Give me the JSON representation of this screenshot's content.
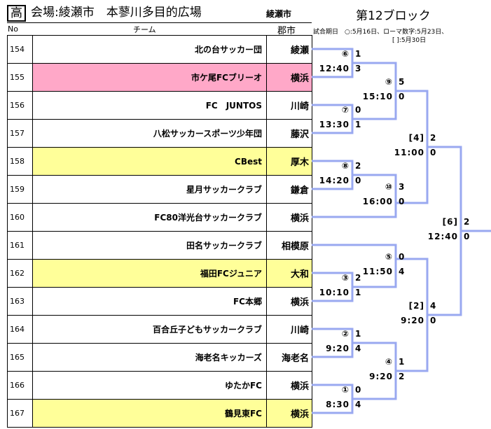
{
  "header": {
    "level": "高",
    "venue": "会場:綾瀬市　本蓼川多目的広場",
    "host_city": "綾瀬市",
    "block_title": "第12ブロック",
    "columns": {
      "no": "No",
      "team": "チーム",
      "city": "郡市"
    },
    "schedule_note_line1": "試合期日　○:5月16日、ローマ数字:5月23日、",
    "schedule_note_line2": "[ ]:5月30日"
  },
  "colors": {
    "pink": "#ffa8c8",
    "yellow": "#ffff99",
    "bracket_line": "#99a8f0"
  },
  "teams": [
    {
      "no": "154",
      "name": "北の台サッカー団",
      "city": "綾瀬",
      "highlight": ""
    },
    {
      "no": "155",
      "name": "市ケ尾FCブリーオ",
      "city": "横浜",
      "highlight": "pink"
    },
    {
      "no": "156",
      "name": "FC　JUNTOS",
      "city": "川崎",
      "highlight": ""
    },
    {
      "no": "157",
      "name": "八松サッカースポーツ少年団",
      "city": "藤沢",
      "highlight": ""
    },
    {
      "no": "158",
      "name": "CBest",
      "city": "厚木",
      "highlight": "yellow"
    },
    {
      "no": "159",
      "name": "星月サッカークラブ",
      "city": "鎌倉",
      "highlight": ""
    },
    {
      "no": "160",
      "name": "FC80洋光台サッカークラブ",
      "city": "横浜",
      "highlight": ""
    },
    {
      "no": "161",
      "name": "田名サッカークラブ",
      "city": "相模原",
      "highlight": ""
    },
    {
      "no": "162",
      "name": "福田FCジュニア",
      "city": "大和",
      "highlight": "yellow"
    },
    {
      "no": "163",
      "name": "FC本郷",
      "city": "横浜",
      "highlight": ""
    },
    {
      "no": "164",
      "name": "百合丘子どもサッカークラブ",
      "city": "川崎",
      "highlight": ""
    },
    {
      "no": "165",
      "name": "海老名キッカーズ",
      "city": "海老名",
      "highlight": ""
    },
    {
      "no": "166",
      "name": "ゆたかFC",
      "city": "横浜",
      "highlight": ""
    },
    {
      "no": "167",
      "name": "鶴見東FC",
      "city": "横浜",
      "highlight": "yellow"
    }
  ],
  "matches": [
    {
      "id": "⑥",
      "time": "12:40",
      "score_top": "1",
      "score_bottom": "3"
    },
    {
      "id": "⑦",
      "time": "13:30",
      "score_top": "0",
      "score_bottom": "1"
    },
    {
      "id": "⑧",
      "time": "14:20",
      "score_top": "2",
      "score_bottom": "0"
    },
    {
      "id": "③",
      "time": "10:10",
      "score_top": "2",
      "score_bottom": "1"
    },
    {
      "id": "②",
      "time": "9:20",
      "score_top": "1",
      "score_bottom": "4"
    },
    {
      "id": "①",
      "time": "8:30",
      "score_top": "0",
      "score_bottom": "4"
    },
    {
      "id": "⑨",
      "time": "15:10",
      "score_top": "5",
      "score_bottom": "0"
    },
    {
      "id": "⑩",
      "time": "16:00",
      "score_top": "3",
      "score_bottom": "0"
    },
    {
      "id": "⑤",
      "time": "11:50",
      "score_top": "0",
      "score_bottom": "4"
    },
    {
      "id": "④",
      "time": "9:20",
      "score_top": "1",
      "score_bottom": "2"
    },
    {
      "id": "[4]",
      "time": "11:00",
      "score_top": "2",
      "score_bottom": "0"
    },
    {
      "id": "[2]",
      "time": "9:20",
      "score_top": "4",
      "score_bottom": "0"
    },
    {
      "id": "[6]",
      "time": "12:40",
      "score_top": "2",
      "score_bottom": "0"
    }
  ]
}
